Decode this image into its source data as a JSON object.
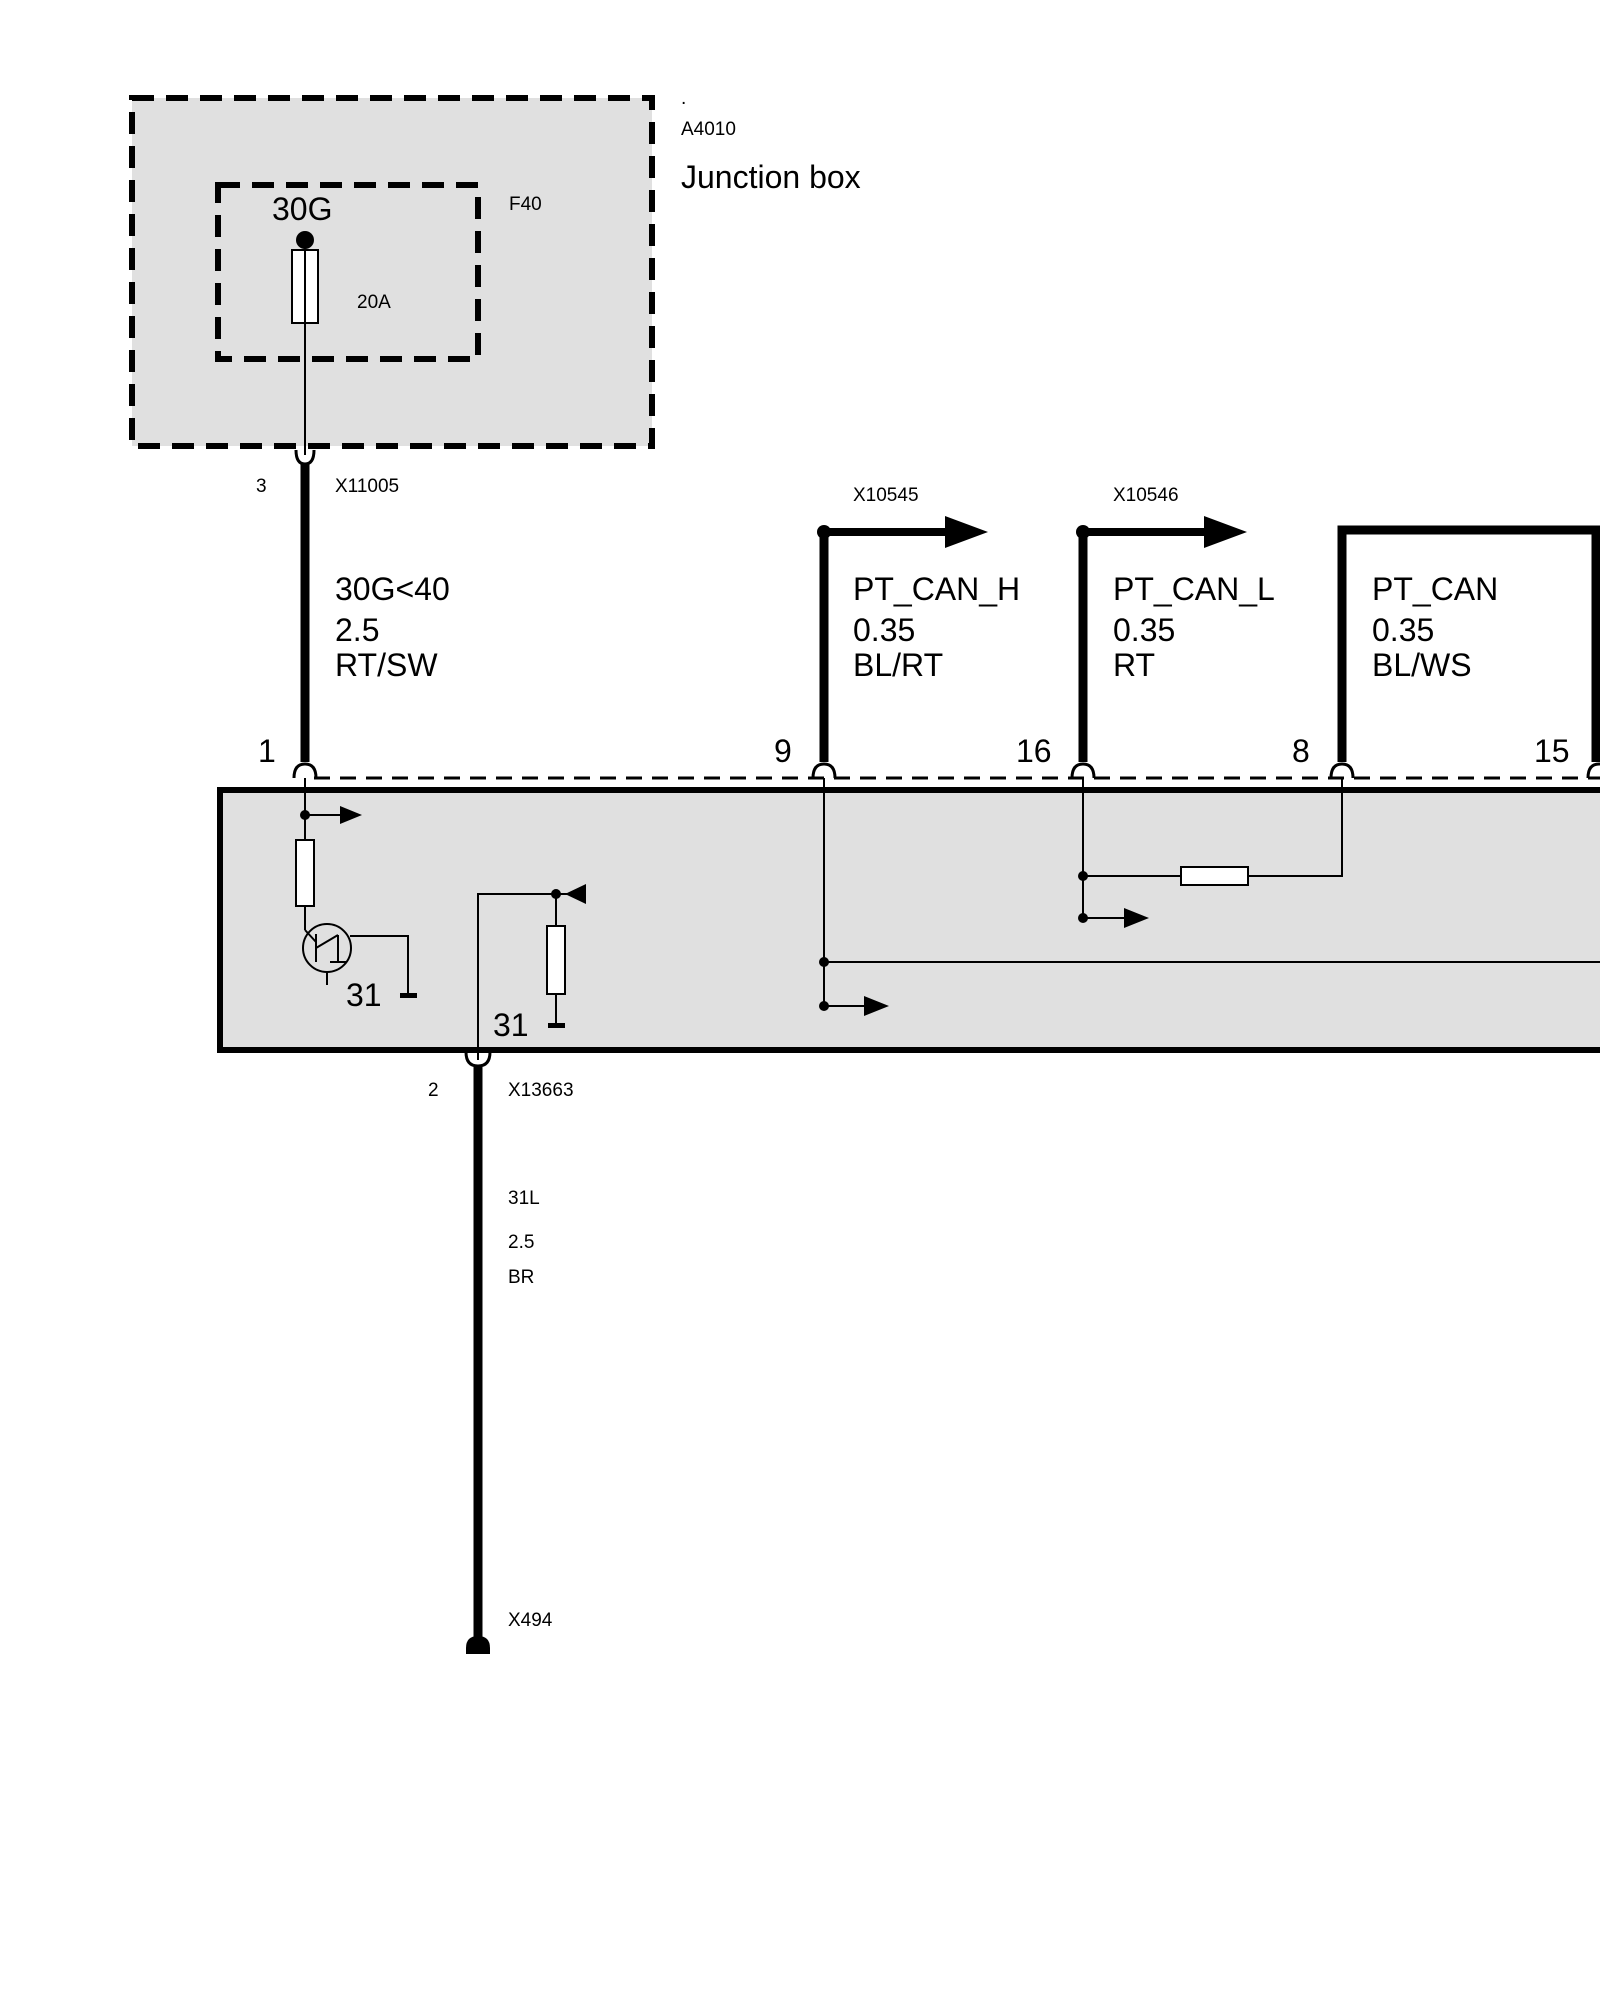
{
  "junction_box": {
    "dot": ".",
    "id": "A4010",
    "name": "Junction box",
    "fuse": {
      "id": "F40",
      "terminal": "30G",
      "rating": "20A"
    }
  },
  "connectors": {
    "supply": {
      "pin": "3",
      "id": "X11005"
    },
    "ground": {
      "pin": "2",
      "id": "X13663"
    },
    "ground_end": {
      "id": "X494"
    },
    "can_h": {
      "id": "X10545"
    },
    "can_l": {
      "id": "X10546"
    }
  },
  "wires": {
    "supply": {
      "signal": "30G<40",
      "gauge": "2.5",
      "color": "RT/SW"
    },
    "can_h": {
      "signal": "PT_CAN_H",
      "gauge": "0.35",
      "color": "BL/RT"
    },
    "can_l": {
      "signal": "PT_CAN_L",
      "gauge": "0.35",
      "color": "RT"
    },
    "can": {
      "signal": "PT_CAN",
      "gauge": "0.35",
      "color": "BL/WS"
    },
    "ground": {
      "signal": "31L",
      "gauge": "2.5",
      "color": "BR"
    }
  },
  "module_pins": [
    "1",
    "9",
    "16",
    "8",
    "15"
  ],
  "module_internal": {
    "ground_label_1": "31",
    "ground_label_2": "31"
  },
  "colors": {
    "box_fill": "#e0e0e0",
    "line": "#000000"
  }
}
